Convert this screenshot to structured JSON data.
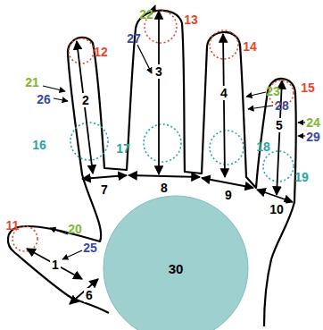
{
  "diagram": {
    "nodes": [
      {
        "text": [
          "30"
        ]
      }
    ],
    "labels": [
      "1",
      "2",
      "3",
      "4",
      "5",
      "6",
      "7",
      "8",
      "9",
      "10",
      "11",
      "12",
      "13",
      "14",
      "15",
      "16",
      "17",
      "18",
      "19",
      "20",
      "21",
      "22",
      "23",
      "24",
      "25",
      "26",
      "27",
      "28",
      "29"
    ]
  }
}
